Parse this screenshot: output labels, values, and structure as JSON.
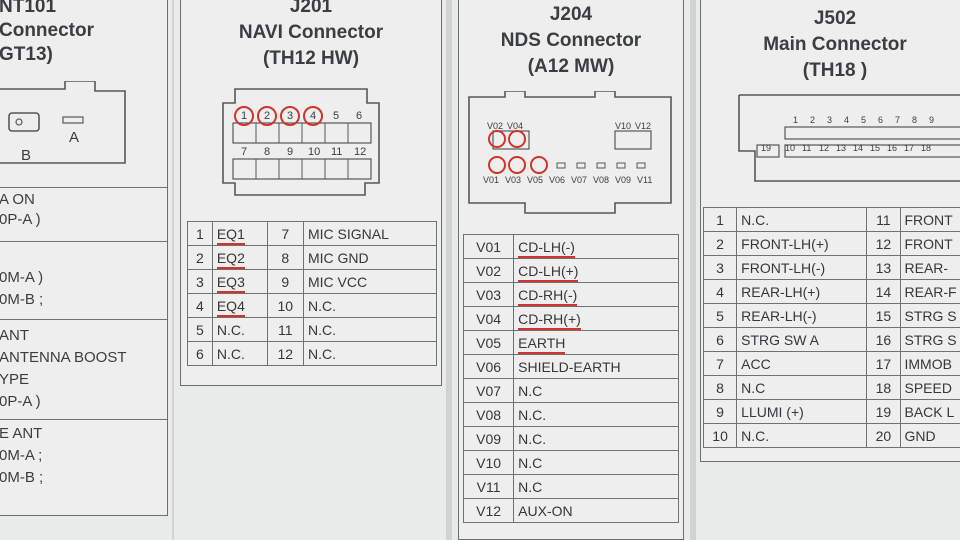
{
  "left_panel": {
    "title_lines": [
      "NT101",
      "Connector",
      "GT13)"
    ],
    "pin_b": "B",
    "pin_a": "A",
    "notes": [
      {
        "lines": [
          "A ON",
          "0P-A )"
        ]
      },
      {
        "lines": [
          "0M-A )",
          "0M-B ;"
        ]
      },
      {
        "lines": [
          "ANT",
          "ANTENNA BOOST",
          "YPE",
          "0P-A )"
        ]
      },
      {
        "lines": [
          "E ANT",
          "0M-A ;",
          "0M-B ;"
        ]
      }
    ]
  },
  "j201": {
    "title": "J201",
    "subtitle": "NAVI Connector",
    "type": "(TH12 HW)",
    "top_pins": [
      "1",
      "2",
      "3",
      "4",
      "5",
      "6"
    ],
    "bottom_pins": [
      "7",
      "8",
      "9",
      "10",
      "11",
      "12"
    ],
    "rows": [
      {
        "n": "1",
        "label": "EQ1",
        "n2": "7",
        "label2": "MIC SIGNAL"
      },
      {
        "n": "2",
        "label": "EQ2",
        "n2": "8",
        "label2": "MIC GND"
      },
      {
        "n": "3",
        "label": "EQ3",
        "n2": "9",
        "label2": "MIC VCC"
      },
      {
        "n": "4",
        "label": "EQ4",
        "n2": "10",
        "label2": "N.C."
      },
      {
        "n": "5",
        "label": "N.C.",
        "n2": "11",
        "label2": "N.C."
      },
      {
        "n": "6",
        "label": "N.C.",
        "n2": "12",
        "label2": "N.C."
      }
    ]
  },
  "j204": {
    "title": "J204",
    "subtitle": "NDS Connector",
    "type": "(A12 MW)",
    "top_labels": [
      "V02",
      "V04",
      "V10",
      "V12"
    ],
    "bottom_labels": [
      "V01",
      "V03",
      "V05",
      "V06",
      "V07",
      "V08",
      "V09",
      "V11"
    ],
    "rows": [
      {
        "n": "V01",
        "label": "CD-LH(-)"
      },
      {
        "n": "V02",
        "label": "CD-LH(+)"
      },
      {
        "n": "V03",
        "label": "CD-RH(-)"
      },
      {
        "n": "V04",
        "label": "CD-RH(+)"
      },
      {
        "n": "V05",
        "label": "EARTH"
      },
      {
        "n": "V06",
        "label": "SHIELD-EARTH"
      },
      {
        "n": "V07",
        "label": "N.C"
      },
      {
        "n": "V08",
        "label": "N.C."
      },
      {
        "n": "V09",
        "label": "N.C."
      },
      {
        "n": "V10",
        "label": "N.C"
      },
      {
        "n": "V11",
        "label": "N.C"
      },
      {
        "n": "V12",
        "label": "AUX-ON"
      }
    ]
  },
  "j502": {
    "title": "J502",
    "subtitle": "Main Connector",
    "type": "(TH18 )",
    "top_pins": [
      "1",
      "2",
      "3",
      "4",
      "5",
      "6",
      "7",
      "8",
      "9"
    ],
    "bottom_pins": [
      "19",
      "10",
      "11",
      "12",
      "13",
      "14",
      "15",
      "16",
      "17",
      "18"
    ],
    "rows": [
      {
        "n": "1",
        "label": "N.C.",
        "n2": "11",
        "label2": "FRONT"
      },
      {
        "n": "2",
        "label": "FRONT-LH(+)",
        "n2": "12",
        "label2": "FRONT"
      },
      {
        "n": "3",
        "label": "FRONT-LH(-)",
        "n2": "13",
        "label2": "REAR-"
      },
      {
        "n": "4",
        "label": "REAR-LH(+)",
        "n2": "14",
        "label2": "REAR-F"
      },
      {
        "n": "5",
        "label": "REAR-LH(-)",
        "n2": "15",
        "label2": "STRG S"
      },
      {
        "n": "6",
        "label": "STRG SW A",
        "n2": "16",
        "label2": "STRG S"
      },
      {
        "n": "7",
        "label": "ACC",
        "n2": "17",
        "label2": "IMMOB"
      },
      {
        "n": "8",
        "label": "N.C",
        "n2": "18",
        "label2": "SPEED"
      },
      {
        "n": "9",
        "label": "LLUMI (+)",
        "n2": "19",
        "label2": "BACK L"
      },
      {
        "n": "10",
        "label": "N.C.",
        "n2": "20",
        "label2": "GND"
      }
    ]
  },
  "colors": {
    "highlight": "#d0342c",
    "line": "#6e7274",
    "paper": "#edeeed"
  }
}
